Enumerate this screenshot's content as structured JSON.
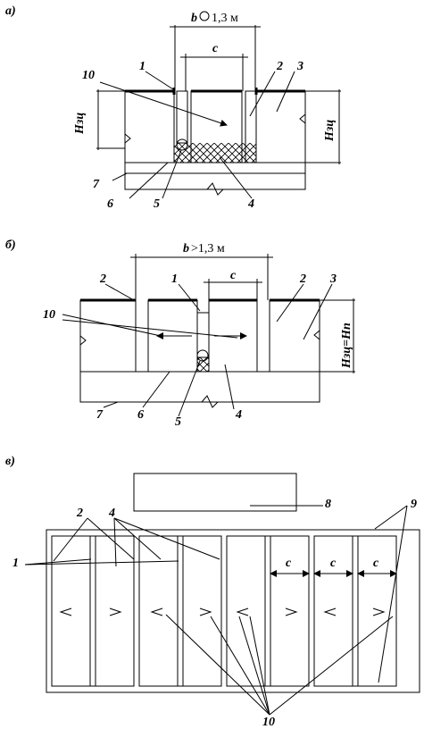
{
  "panels": {
    "a": {
      "letter": "а)",
      "dim_b": "b",
      "dim_b_suffix": "1,3 м",
      "dim_c": "c",
      "h_left": "Hзц",
      "h_right": "Hзц",
      "labels": [
        "10",
        "1",
        "2",
        "3",
        "7",
        "6",
        "5",
        "4"
      ]
    },
    "b": {
      "letter": "б)",
      "dim_b": "b",
      "dim_b_suffix": ">1,3 м",
      "dim_c": "c",
      "h_right": "Hзц=Hп",
      "labels": [
        "2",
        "1",
        "2",
        "3",
        "10",
        "7",
        "6",
        "5",
        "4"
      ]
    },
    "c": {
      "letter": "в)",
      "labels": [
        "8",
        "2",
        "4",
        "9",
        "1",
        "10"
      ],
      "dims": [
        "c",
        "c",
        "c"
      ]
    }
  }
}
